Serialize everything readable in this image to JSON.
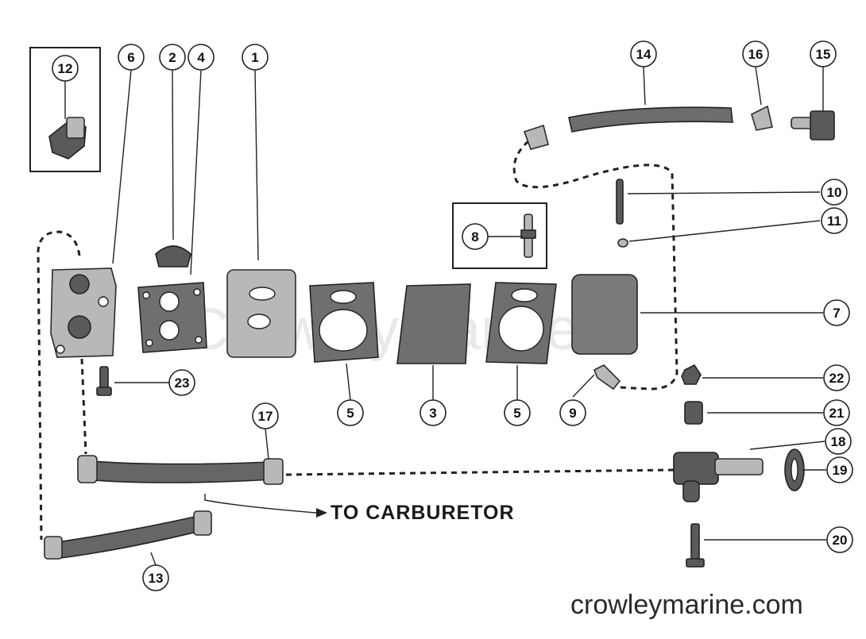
{
  "diagram": {
    "watermark": "CrowleyMarine",
    "site_label": "crowleymarine.com",
    "destination_label": "TO CARBURETOR",
    "callouts": {
      "c1": "1",
      "c2": "2",
      "c3": "3",
      "c4": "4",
      "c5a": "5",
      "c5b": "5",
      "c6": "6",
      "c7": "7",
      "c8": "8",
      "c9": "9",
      "c10": "10",
      "c11": "11",
      "c12": "12",
      "c13": "13",
      "c14": "14",
      "c15": "15",
      "c16": "16",
      "c17": "17",
      "c18": "18",
      "c19": "19",
      "c20": "20",
      "c21": "21",
      "c22": "22",
      "c23": "23"
    }
  }
}
